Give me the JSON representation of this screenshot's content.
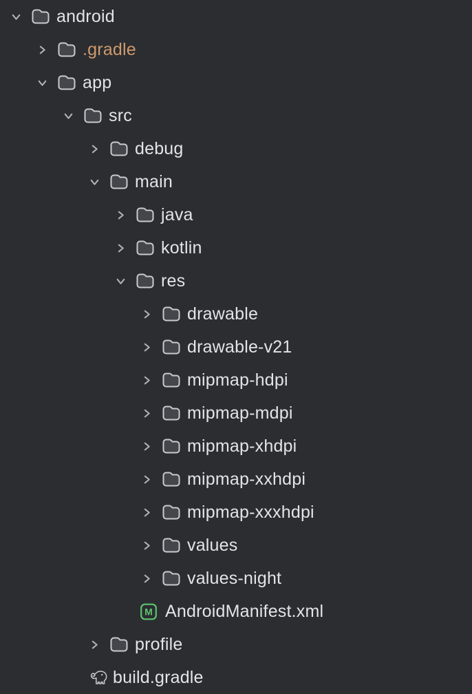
{
  "app": {
    "name": "file-explorer-tree"
  },
  "colors": {
    "background": "#2b2d31",
    "text": "#e3e4e6",
    "ignored_text": "#cf9a6b",
    "chevron": "#b2b4b8",
    "folder_fill": "#43464b",
    "folder_stroke": "#c9cbce",
    "manifest_green": "#5ec46e",
    "gradle_icon": "#c9cbce"
  },
  "icons": {
    "expanded": "chevron-down-icon",
    "collapsed": "chevron-right-icon",
    "folder": "folder-icon",
    "manifest": "manifest-m-badge-icon",
    "gradle": "gradle-elephant-icon"
  },
  "tree": {
    "items": [
      {
        "label": "android",
        "depth": 0,
        "kind": "folder",
        "state": "expanded",
        "text_color": "default"
      },
      {
        "label": ".gradle",
        "depth": 1,
        "kind": "folder",
        "state": "collapsed",
        "text_color": "ignored"
      },
      {
        "label": "app",
        "depth": 1,
        "kind": "folder",
        "state": "expanded",
        "text_color": "default"
      },
      {
        "label": "src",
        "depth": 2,
        "kind": "folder",
        "state": "expanded",
        "text_color": "default"
      },
      {
        "label": "debug",
        "depth": 3,
        "kind": "folder",
        "state": "collapsed",
        "text_color": "default"
      },
      {
        "label": "main",
        "depth": 3,
        "kind": "folder",
        "state": "expanded",
        "text_color": "default"
      },
      {
        "label": "java",
        "depth": 4,
        "kind": "folder",
        "state": "collapsed",
        "text_color": "default"
      },
      {
        "label": "kotlin",
        "depth": 4,
        "kind": "folder",
        "state": "collapsed",
        "text_color": "default"
      },
      {
        "label": "res",
        "depth": 4,
        "kind": "folder",
        "state": "expanded",
        "text_color": "default"
      },
      {
        "label": "drawable",
        "depth": 5,
        "kind": "folder",
        "state": "collapsed",
        "text_color": "default"
      },
      {
        "label": "drawable-v21",
        "depth": 5,
        "kind": "folder",
        "state": "collapsed",
        "text_color": "default"
      },
      {
        "label": "mipmap-hdpi",
        "depth": 5,
        "kind": "folder",
        "state": "collapsed",
        "text_color": "default"
      },
      {
        "label": "mipmap-mdpi",
        "depth": 5,
        "kind": "folder",
        "state": "collapsed",
        "text_color": "default"
      },
      {
        "label": "mipmap-xhdpi",
        "depth": 5,
        "kind": "folder",
        "state": "collapsed",
        "text_color": "default"
      },
      {
        "label": "mipmap-xxhdpi",
        "depth": 5,
        "kind": "folder",
        "state": "collapsed",
        "text_color": "default"
      },
      {
        "label": "mipmap-xxxhdpi",
        "depth": 5,
        "kind": "folder",
        "state": "collapsed",
        "text_color": "default"
      },
      {
        "label": "values",
        "depth": 5,
        "kind": "folder",
        "state": "collapsed",
        "text_color": "default"
      },
      {
        "label": "values-night",
        "depth": 5,
        "kind": "folder",
        "state": "collapsed",
        "text_color": "default"
      },
      {
        "label": "AndroidManifest.xml",
        "depth": 5,
        "kind": "file",
        "icon": "manifest",
        "text_color": "default"
      },
      {
        "label": "profile",
        "depth": 3,
        "kind": "folder",
        "state": "collapsed",
        "text_color": "default"
      },
      {
        "label": "build.gradle",
        "depth": 3,
        "kind": "file",
        "icon": "gradle",
        "text_color": "default"
      }
    ]
  }
}
